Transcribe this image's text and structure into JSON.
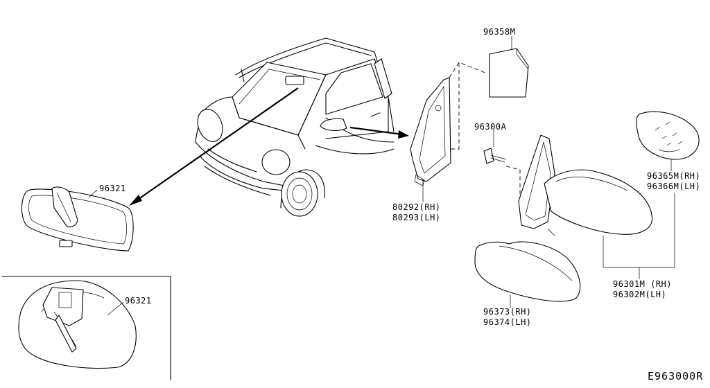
{
  "labels": {
    "mirror_finisher": "96358M",
    "door_corner_cover": [
      "80292(RH)",
      "80293(LH)"
    ],
    "screw": "96300A",
    "inside_mirror": "96321",
    "inside_mirror_detail": "96321",
    "mirror_glass": [
      "96365M(RH)",
      "96366M(LH)"
    ],
    "door_mirror_assy": [
      "96301M (RH)",
      "96302M(LH)"
    ],
    "mirror_cover": [
      "96373(RH)",
      "96374(LH)"
    ]
  },
  "diagram_code": "E963000R"
}
